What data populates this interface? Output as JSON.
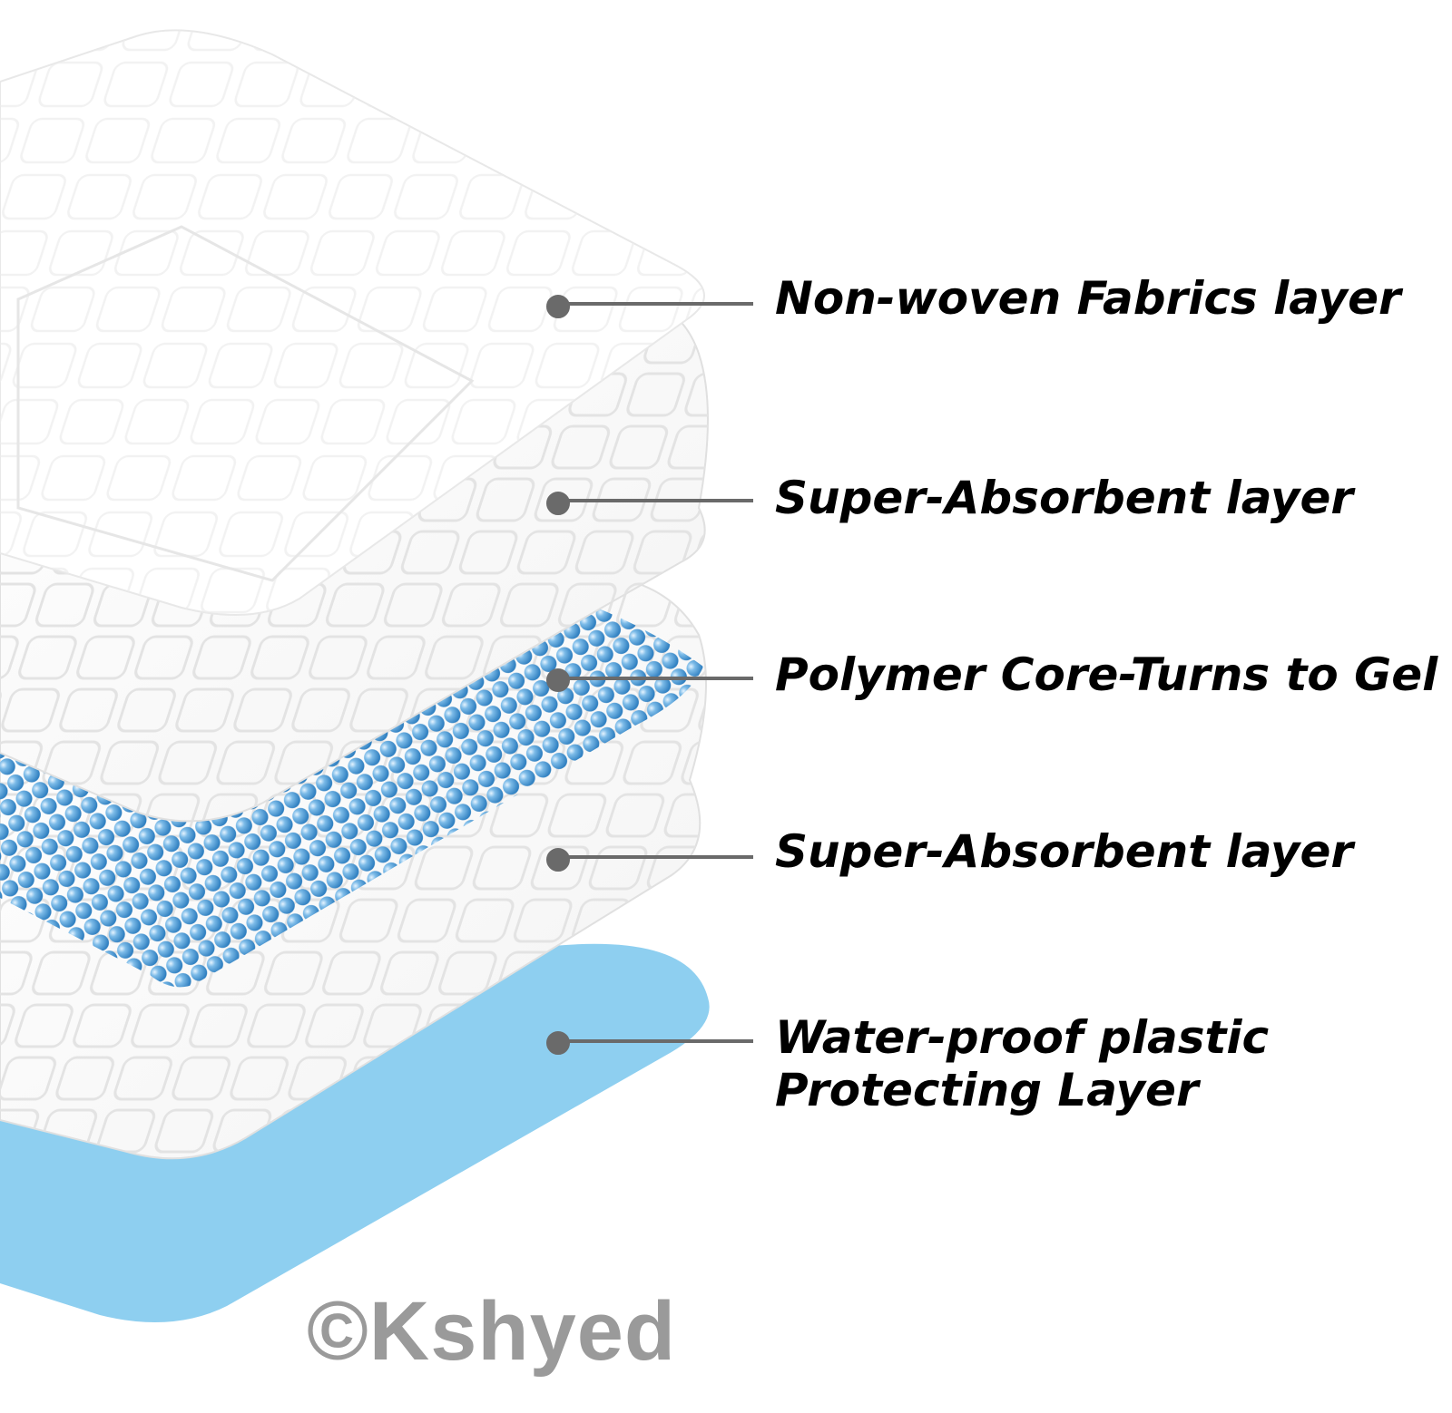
{
  "layers": [
    {
      "label": "Non-woven Fabrics layer"
    },
    {
      "label": "Super-Absorbent layer"
    },
    {
      "label": "Polymer Core-Turns to Gel"
    },
    {
      "label": "Super-Absorbent layer"
    },
    {
      "label_lines": [
        "Water-proof plastic",
        "Protecting Layer"
      ]
    }
  ],
  "watermark": "©Kshyed",
  "colors": {
    "pad_white": "#ffffff",
    "pad_shadow": "#e6e6e6",
    "bead_blue": "#5aa6dc",
    "bead_dark": "#2f7fc0",
    "plastic_blue": "#8ecff0",
    "callout_gray": "#6a6a6a"
  }
}
